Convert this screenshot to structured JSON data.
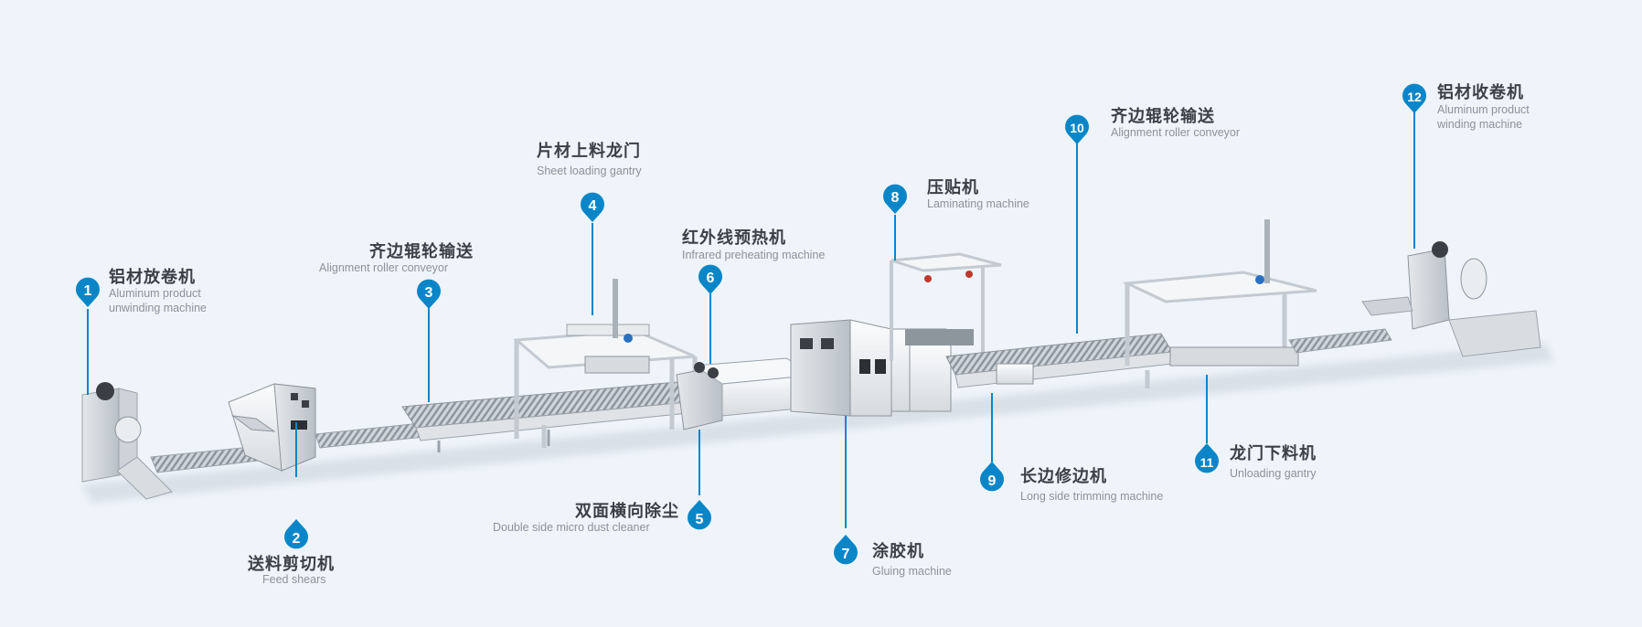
{
  "accent_color": "#0a86c8",
  "stations": [
    {
      "num": "1",
      "zh": "铝材放卷机",
      "en1": "Aluminum product",
      "en2": "unwinding machine"
    },
    {
      "num": "2",
      "zh": "送料剪切机",
      "en1": "Feed shears",
      "en2": ""
    },
    {
      "num": "3",
      "zh": "齐边辊轮输送",
      "en1": "Alignment roller conveyor",
      "en2": ""
    },
    {
      "num": "4",
      "zh": "片材上料龙门",
      "en1": "Sheet loading gantry",
      "en2": ""
    },
    {
      "num": "5",
      "zh": "双面横向除尘",
      "en1": "Double side micro dust cleaner",
      "en2": ""
    },
    {
      "num": "6",
      "zh": "红外线预热机",
      "en1": "Infrared preheating machine",
      "en2": ""
    },
    {
      "num": "7",
      "zh": "涂胶机",
      "en1": "Gluing machine",
      "en2": ""
    },
    {
      "num": "8",
      "zh": "压贴机",
      "en1": "Laminating machine",
      "en2": ""
    },
    {
      "num": "9",
      "zh": "长边修边机",
      "en1": "Long side trimming machine",
      "en2": ""
    },
    {
      "num": "10",
      "zh": "齐边辊轮输送",
      "en1": "Alignment roller conveyor",
      "en2": ""
    },
    {
      "num": "11",
      "zh": "龙门下料机",
      "en1": "Unloading gantry",
      "en2": ""
    },
    {
      "num": "12",
      "zh": "铝材收卷机",
      "en1": "Aluminum product",
      "en2": "winding machine"
    }
  ]
}
